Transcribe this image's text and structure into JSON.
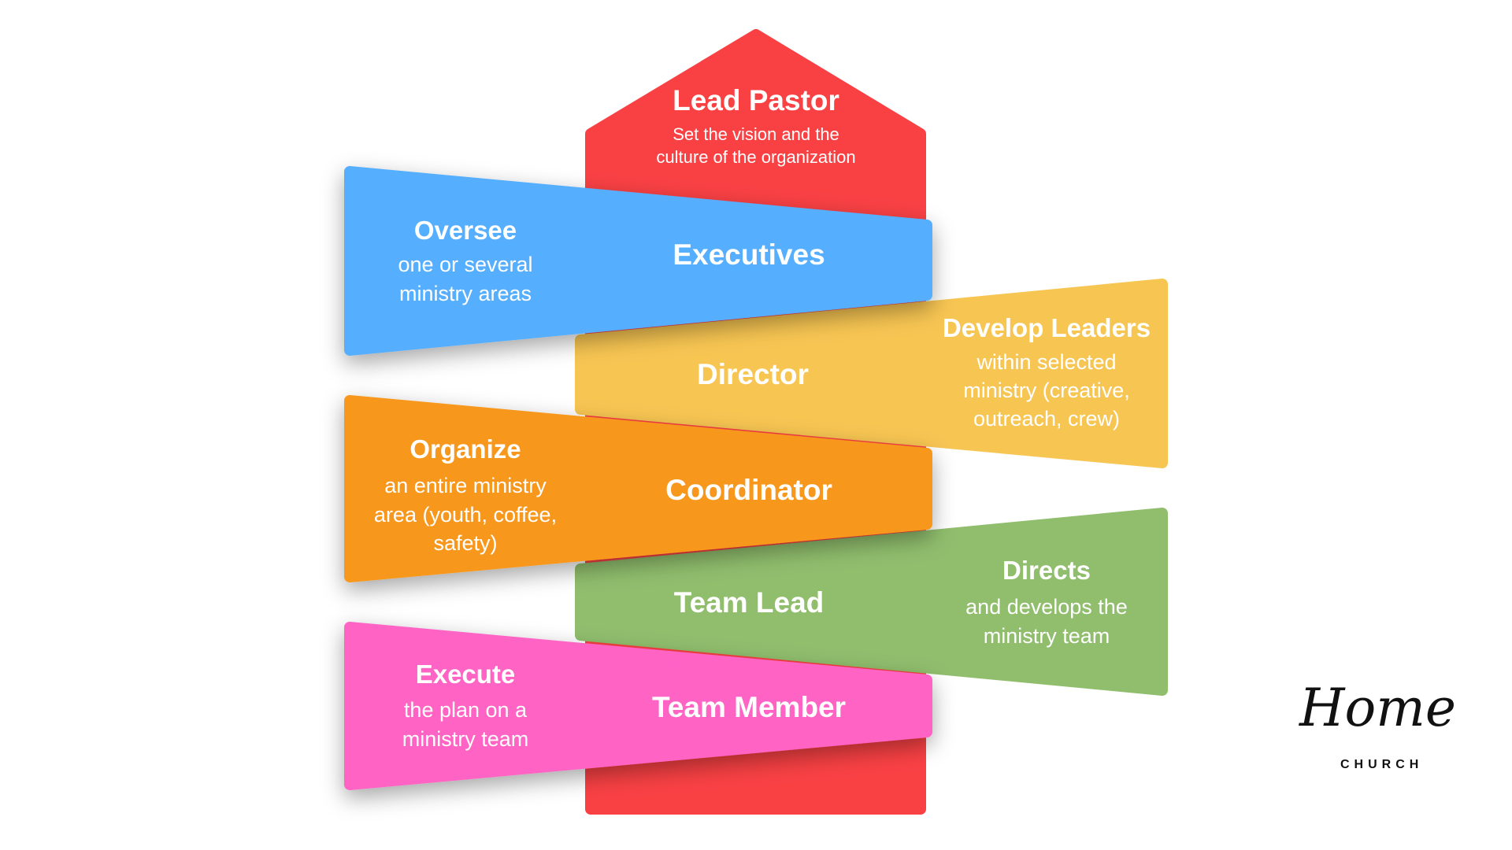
{
  "colors": {
    "lead_pastor": "#F94144",
    "executives": "#56AEFE",
    "director": "#F7C552",
    "coordinator": "#F7971E",
    "team_lead": "#90BE6D",
    "team_member": "#FF63C4"
  },
  "lead_pastor": {
    "title": "Lead Pastor",
    "lines": [
      "Set the vision and the",
      "culture of the organization"
    ]
  },
  "executives": {
    "role": "Executives",
    "action": "Oversee",
    "lines": [
      "one or several",
      "ministry areas"
    ]
  },
  "director": {
    "role": "Director",
    "action": "Develop Leaders",
    "lines": [
      "within selected",
      "ministry (creative,",
      "outreach, crew)"
    ]
  },
  "coordinator": {
    "role": "Coordinator",
    "action": "Organize",
    "lines": [
      "an entire ministry",
      "area (youth, coffee,",
      "safety)"
    ]
  },
  "team_lead": {
    "role": "Team Lead",
    "action": "Directs",
    "lines": [
      "and develops the",
      "ministry team"
    ]
  },
  "team_member": {
    "role": "Team Member",
    "action": "Execute",
    "lines": [
      "the plan on a",
      "ministry team"
    ]
  },
  "logo": {
    "script": "Home",
    "sub": "CHURCH"
  }
}
